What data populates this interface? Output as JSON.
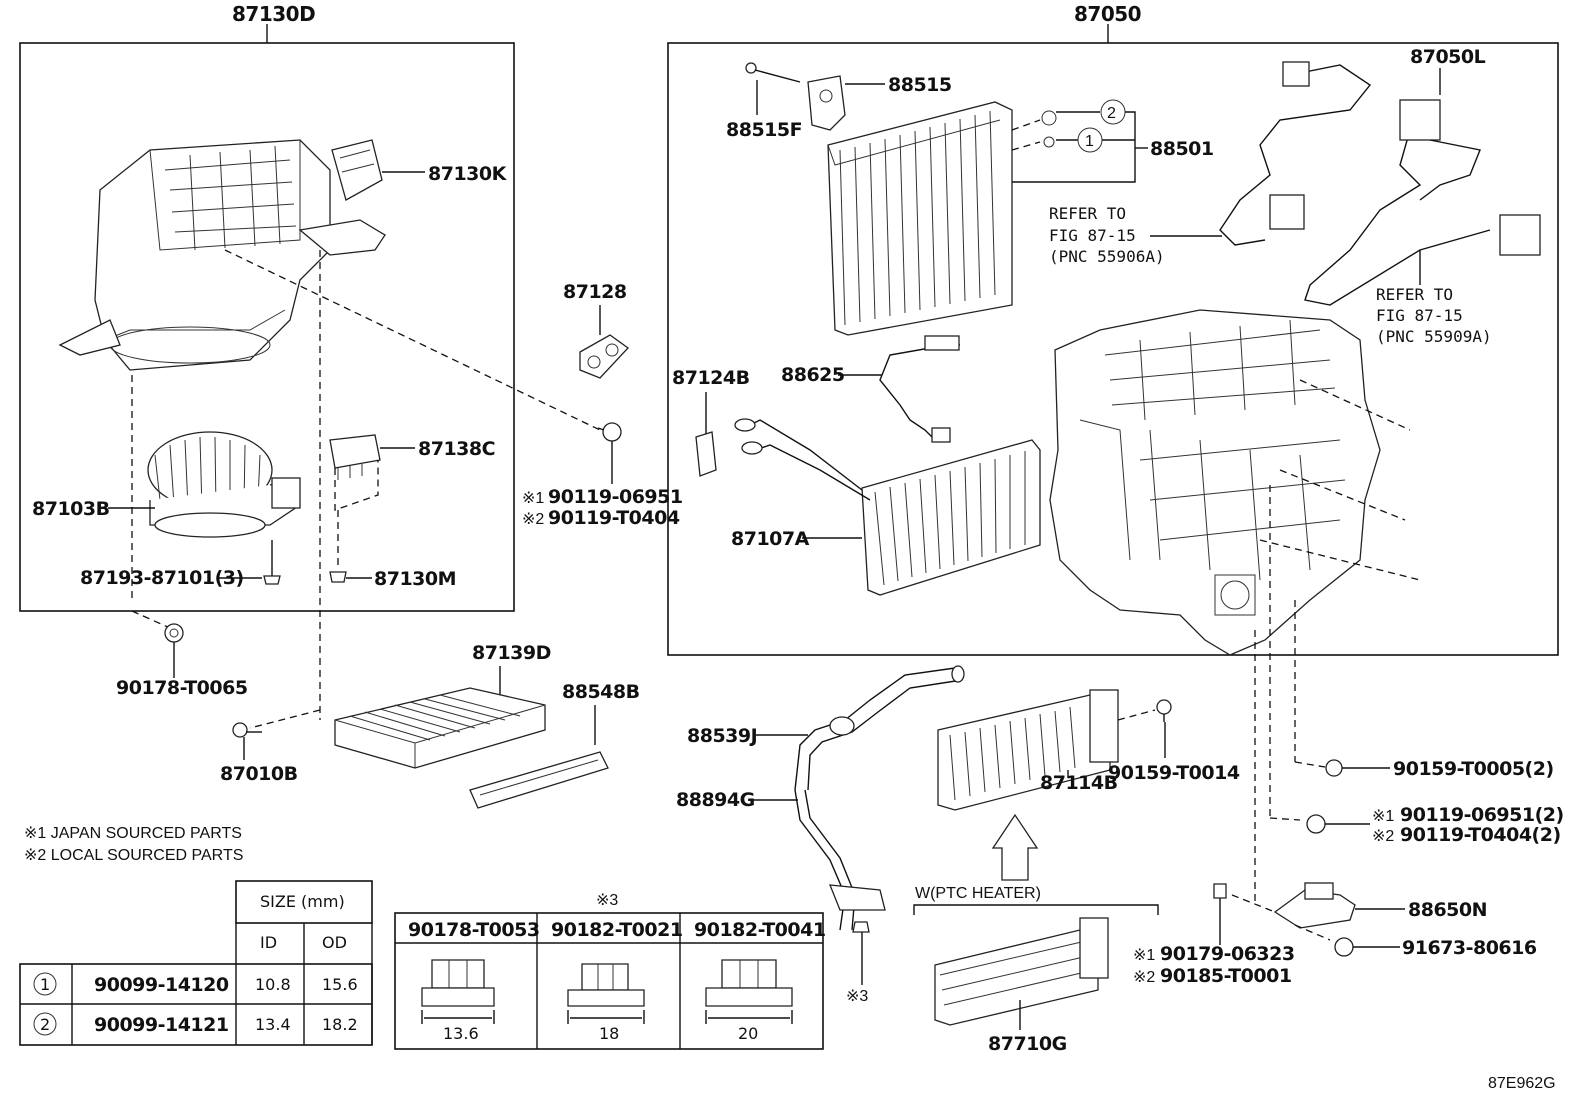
{
  "groups": {
    "left_assembly": "87130D",
    "right_assembly": "87050"
  },
  "parts": {
    "p87130K": "87130K",
    "p87128": "87128",
    "p87138C": "87138C",
    "p87103B": "87103B",
    "p87193": "87193-87101(3)",
    "p87130M": "87130M",
    "p90178": "90178-T0065",
    "p87010B": "87010B",
    "p87139D": "87139D",
    "p88548B": "88548B",
    "p90119a1": "90119-06951",
    "p90119a2": "90119-T0404",
    "p88515": "88515",
    "p88515F": "88515F",
    "p88501": "88501",
    "p87050L": "87050L",
    "p87124B": "87124B",
    "p88625": "88625",
    "p87107A": "87107A",
    "p88539J": "88539J",
    "p88894G": "88894G",
    "p87114B": "87114B",
    "p90159a": "90159-T0014",
    "p90159b": "90159-T0005(2)",
    "p90119b1": "90119-06951(2)",
    "p90119b2": "90119-T0404(2)",
    "p88650N": "88650N",
    "p91673": "91673-80616",
    "p90179": "90179-06323",
    "p90185": "90185-T0001",
    "p87710G": "87710G",
    "mark3": "※3"
  },
  "refer1": [
    "REFER TO",
    "FIG 87-15",
    "(PNC 55906A)"
  ],
  "refer2": [
    "REFER TO",
    "FIG 87-15",
    "(PNC 55909A)"
  ],
  "marks": {
    "m1": "※1",
    "m2": "※2",
    "c1": "1",
    "c2": "2"
  },
  "notes": {
    "n1": "※1 JAPAN SOURCED PARTS",
    "n2": "※2 LOCAL SOURCED PARTS"
  },
  "ptc_label": "W(PTC HEATER)",
  "size_table": {
    "header": "SIZE (mm)",
    "col_id": "ID",
    "col_od": "OD",
    "rows": [
      {
        "mark": "1",
        "part": "90099-14120",
        "id": "10.8",
        "od": "15.6"
      },
      {
        "mark": "2",
        "part": "90099-14121",
        "id": "13.4",
        "od": "18.2"
      }
    ]
  },
  "nut_table": {
    "title": "※3",
    "cols": [
      {
        "part": "90178-T0053",
        "size": "13.6"
      },
      {
        "part": "90182-T0021",
        "size": "18"
      },
      {
        "part": "90182-T0041",
        "size": "20"
      }
    ]
  },
  "figure_id": "87E962G"
}
